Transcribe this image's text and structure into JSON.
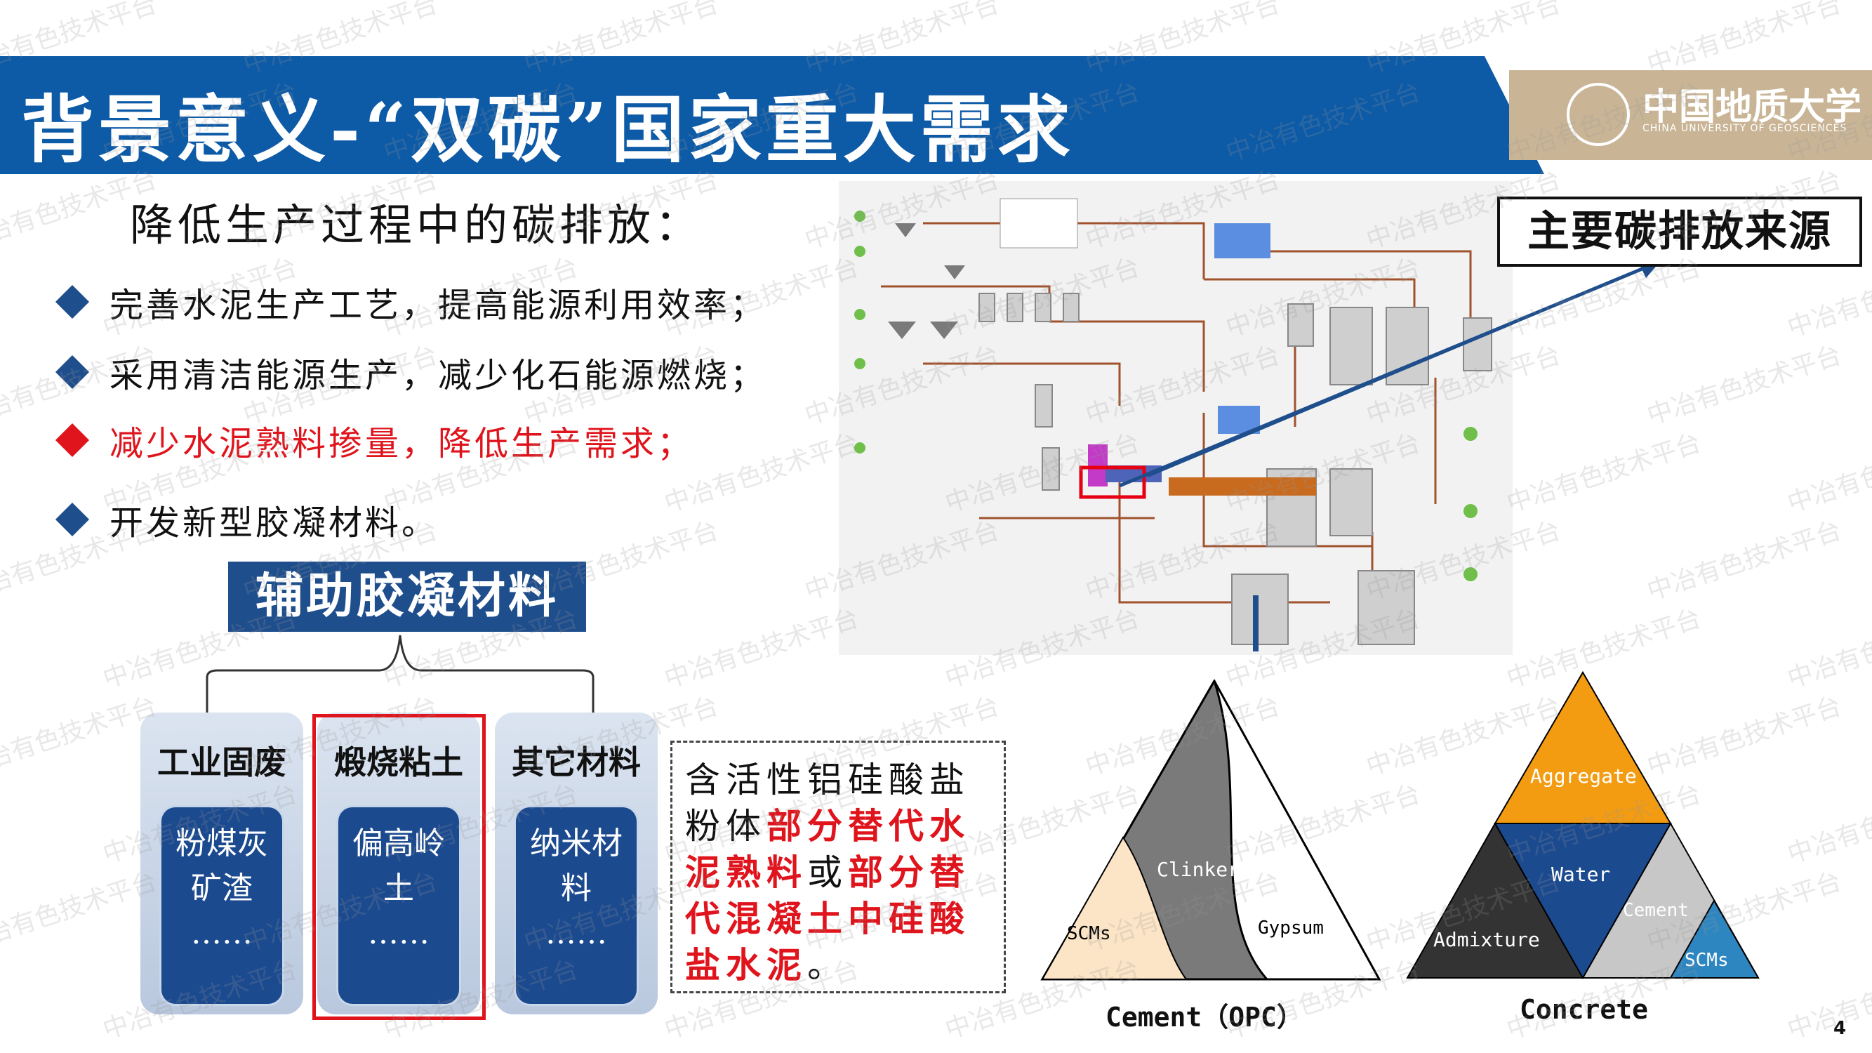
{
  "header": {
    "title": "背景意义-“双碳”国家重大需求",
    "logo_cn": "中国地质大学",
    "logo_en": "CHINA UNIVERSITY OF GEOSCIENCES"
  },
  "left": {
    "subtitle": "降低生产过程中的碳排放：",
    "bullets": [
      "完善水泥生产工艺，提高能源利用效率；",
      "采用清洁能源生产，减少化石能源燃烧；",
      "减少水泥熟料掺量，降低生产需求；",
      "开发新型胶凝材料。"
    ],
    "scm_title": "辅助胶凝材料",
    "cards": [
      {
        "head": "工业固废",
        "items": [
          "粉煤灰",
          "矿渣",
          "……"
        ]
      },
      {
        "head": "煅烧粘土",
        "items": [
          "偏高岭",
          "土",
          "……"
        ]
      },
      {
        "head": "其它材料",
        "items": [
          "纳米材",
          "料",
          "……"
        ]
      }
    ]
  },
  "note": {
    "line1": "含活性铝硅酸盐",
    "line2a": "粉体",
    "line2b": "部分替代水",
    "line3a": "泥熟料",
    "line3b": "或",
    "line3c": "部分替",
    "line4": "代混凝土中硅酸",
    "line5a": "盐水泥",
    "line5b": "。"
  },
  "diagram": {
    "callout": "主要碳排放来源"
  },
  "cement": {
    "labels": [
      "Clinker",
      "SCMs",
      "Gypsum"
    ],
    "caption": "Cement（OPC）"
  },
  "concrete": {
    "labels": [
      "Aggregate",
      "Water",
      "Cement",
      "Admixture",
      "SCMs"
    ],
    "caption": "Concrete"
  },
  "colors": {
    "banner": "#0d5aa6",
    "card": "#1b4a8f",
    "accent": "#e0141c",
    "aggregate": "#f39c12",
    "scms": "#2e86c1"
  },
  "page_number": "4",
  "watermark": "中冶有色技术平台"
}
